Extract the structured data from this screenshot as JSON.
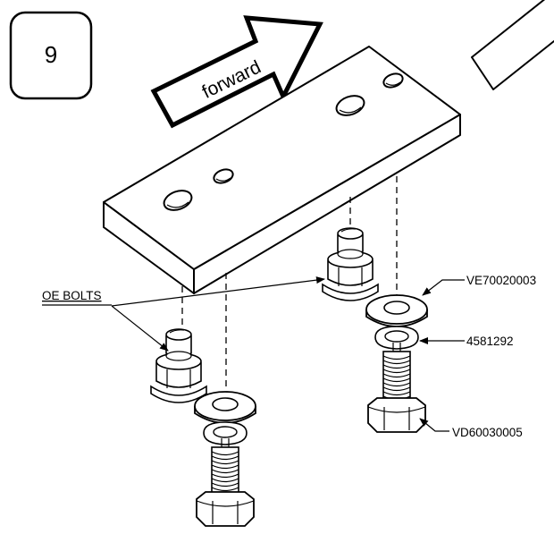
{
  "step_number": "9",
  "direction_label": "forward",
  "callouts": {
    "oe_bolts": "OE BOLTS",
    "washer_part": "VE70020003",
    "lock_washer_part": "4581292",
    "bolt_part": "VD60030005"
  }
}
